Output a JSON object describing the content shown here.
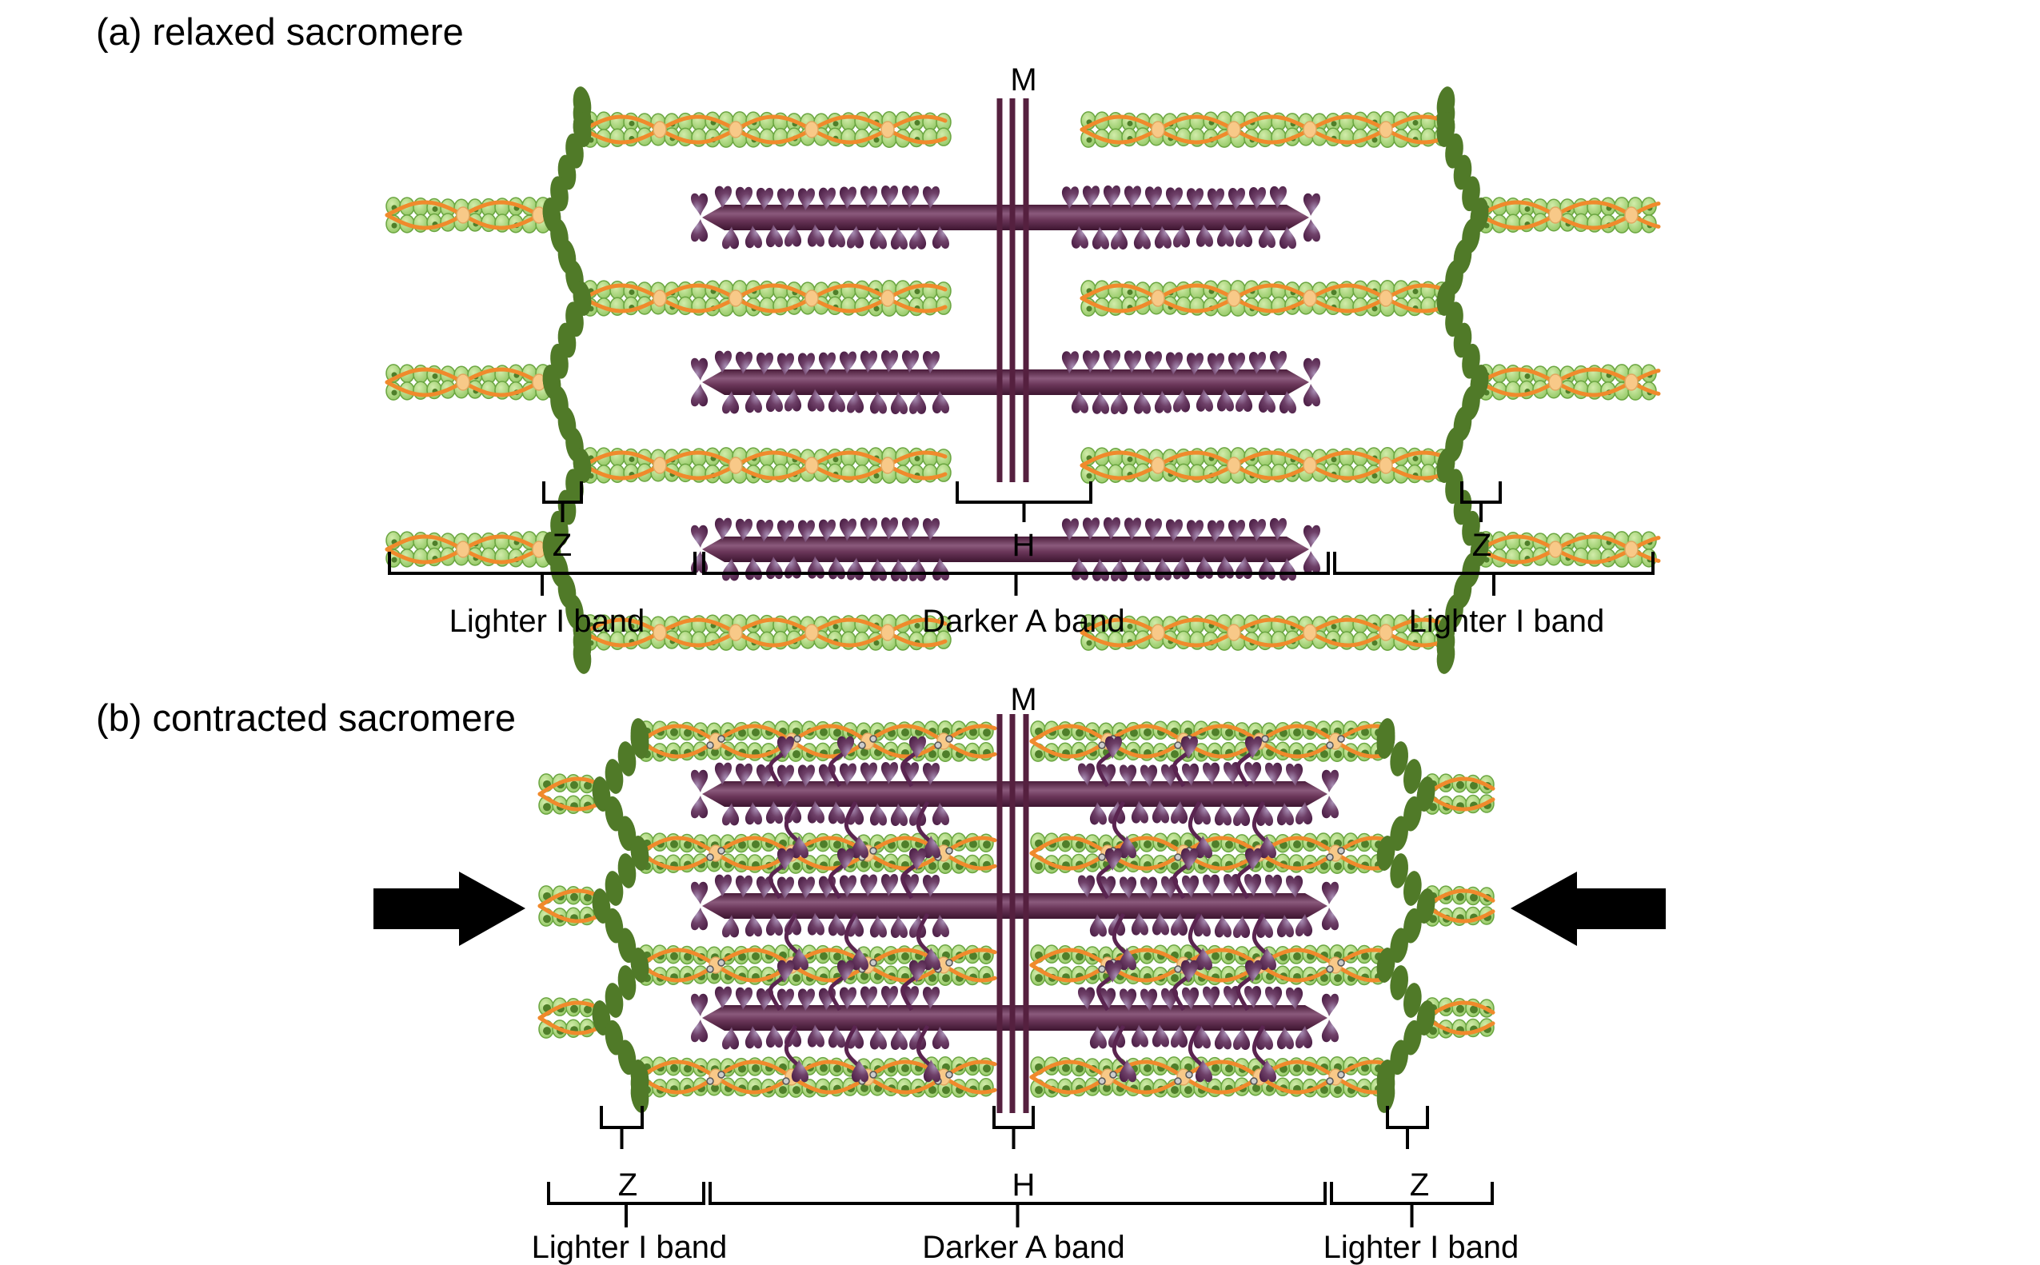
{
  "panels": [
    {
      "id": "relaxed",
      "title": "(a) relaxed sacromere",
      "state": "relaxed",
      "m_label": "M",
      "h_label": "H",
      "z_labels": [
        "Z",
        "Z"
      ],
      "band_labels": [
        "Lighter I band",
        "Darker A band",
        "Lighter I band"
      ]
    },
    {
      "id": "contracted",
      "title": "(b) contracted sacromere",
      "state": "contracted",
      "m_label": "M",
      "h_label": "H",
      "z_labels": [
        "Z",
        "Z"
      ],
      "band_labels": [
        "Lighter I band",
        "Darker A band",
        "Lighter I band"
      ],
      "arrows": [
        "compression-arrow-left",
        "compression-arrow-right"
      ]
    }
  ],
  "colors": {
    "actin_light": "#a9d57c",
    "actin_dark": "#4f7f2a",
    "actin_stroke": "#6aa540",
    "tropomyosin": "#f08a2c",
    "troponin": "#f8c988",
    "z_disc": "#507a28",
    "myosin_body": "#5e2b4c",
    "myosin_highlight": "#8a5a7c",
    "myosin_head": "#6c3e66",
    "myosin_head_light": "#9c80a8",
    "m_line": "#55203f",
    "bracket": "#000000",
    "arrow": "#000000"
  }
}
